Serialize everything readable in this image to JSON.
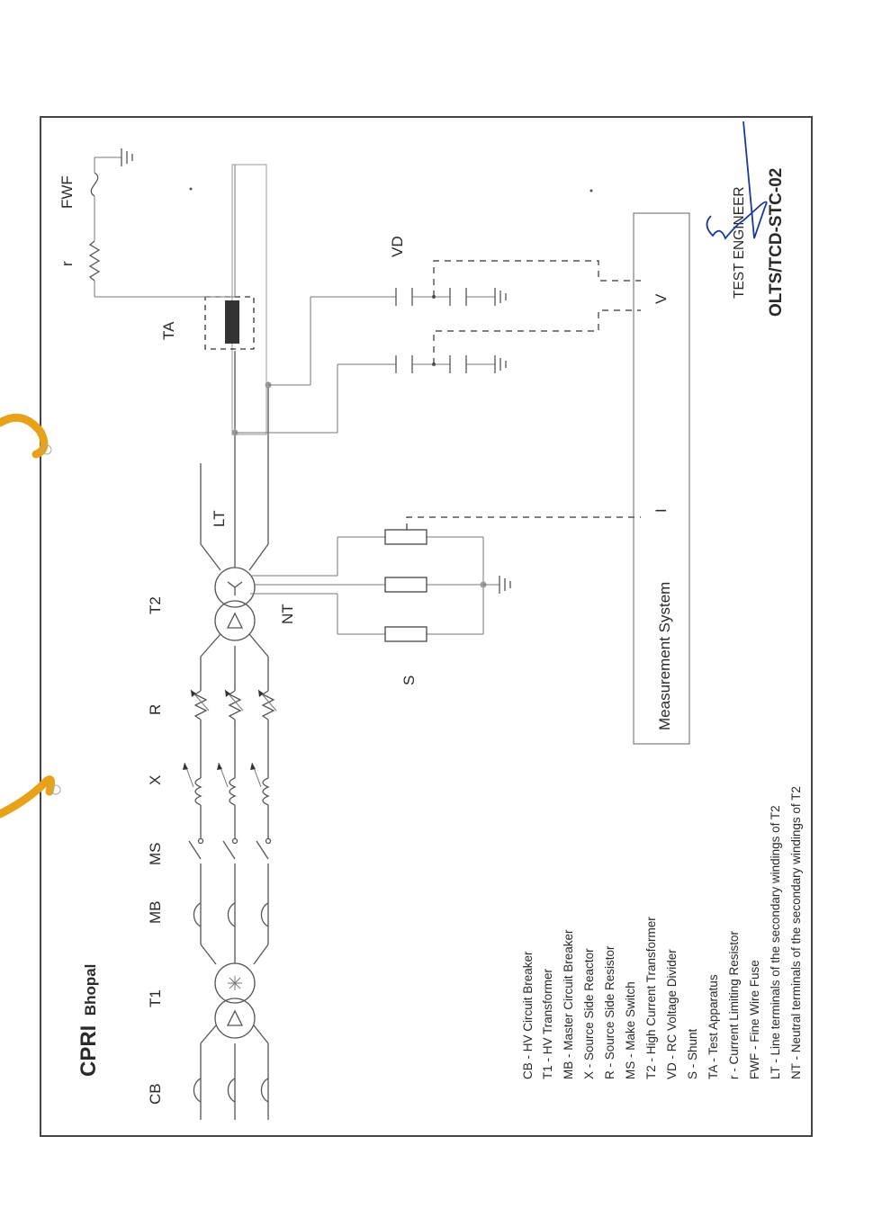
{
  "header": {
    "brand": "CPRI",
    "city": "Bhopal"
  },
  "labels": {
    "cb": "CB",
    "t1": "T1",
    "mb": "MB",
    "ms": "MS",
    "x": "X",
    "r_source": "R",
    "t2": "T2",
    "lt": "LT",
    "nt": "NT",
    "s": "S",
    "ta": "TA",
    "vd": "VD",
    "r_limit": "r",
    "fwf": "FWF",
    "v": "V",
    "i": "I"
  },
  "measurement": {
    "title": "Measurement System"
  },
  "legend": [
    "CB - HV Circuit Breaker",
    "T1 - HV Transformer",
    "MB - Master Circuit Breaker",
    "X - Source Side Reactor",
    "R - Source Side Resistor",
    "MS - Make Switch",
    "T2 - High Current Transformer",
    "VD - RC Voltage Divider",
    "S - Shunt",
    "TA - Test Apparatus",
    "r - Current Limiting Resistor",
    "FWF - Fine Wire Fuse",
    "LT - Line terminals of the secondary windings of T2",
    "NT - Neutral terminals of the secondary windings of T2"
  ],
  "footer": {
    "signature_title": "TEST ENGINEER",
    "doc_code": "OLTS/TCD-STC-02"
  },
  "colors": {
    "binding_cord": "#e8a21a",
    "ink": "#2a2a2a",
    "signature": "#1a3a9a"
  }
}
